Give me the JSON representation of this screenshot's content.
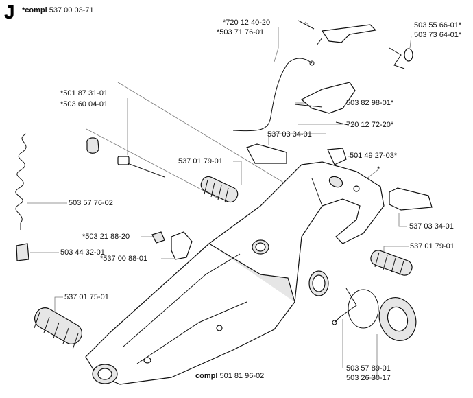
{
  "section_letter": "J",
  "title": {
    "prefix": "*compl",
    "number": "537 00 03-71"
  },
  "labels": {
    "l_720_12_40_20": "*720 12 40-20",
    "l_503_71_76_01": "*503 71 76-01",
    "l_503_55_66_01": "503 55 66-01*",
    "l_503_73_64_01": "503 73 64-01*",
    "l_501_87_31_01": "*501 87 31-01",
    "l_503_60_04_01": "*503 60 04-01",
    "l_503_82_98_01": "503 82 98-01*",
    "l_720_12_72_20": "720 12 72-20*",
    "l_537_03_34_01_top": "537 03 34-01",
    "l_501_49_27_03": "501 49 27-03*",
    "l_537_01_79_01_left": "537 01 79-01",
    "l_star": "*",
    "l_503_57_76_02": "503 57 76-02",
    "l_537_03_34_01_right": "537 03 34-01",
    "l_503_21_88_20": "*503 21 88-20",
    "l_503_44_32_01": "503 44 32-01",
    "l_537_01_79_01_right": "537 01 79-01",
    "l_537_00_88_01": "*537 00 88-01",
    "l_537_01_75_01": "537 01 75-01",
    "l_503_57_89_01": "503 57 89-01",
    "l_503_26_30_17": "503 26 30-17",
    "l_compl_prefix": "compl",
    "l_501_81_96_02": "501 81 96-02"
  }
}
